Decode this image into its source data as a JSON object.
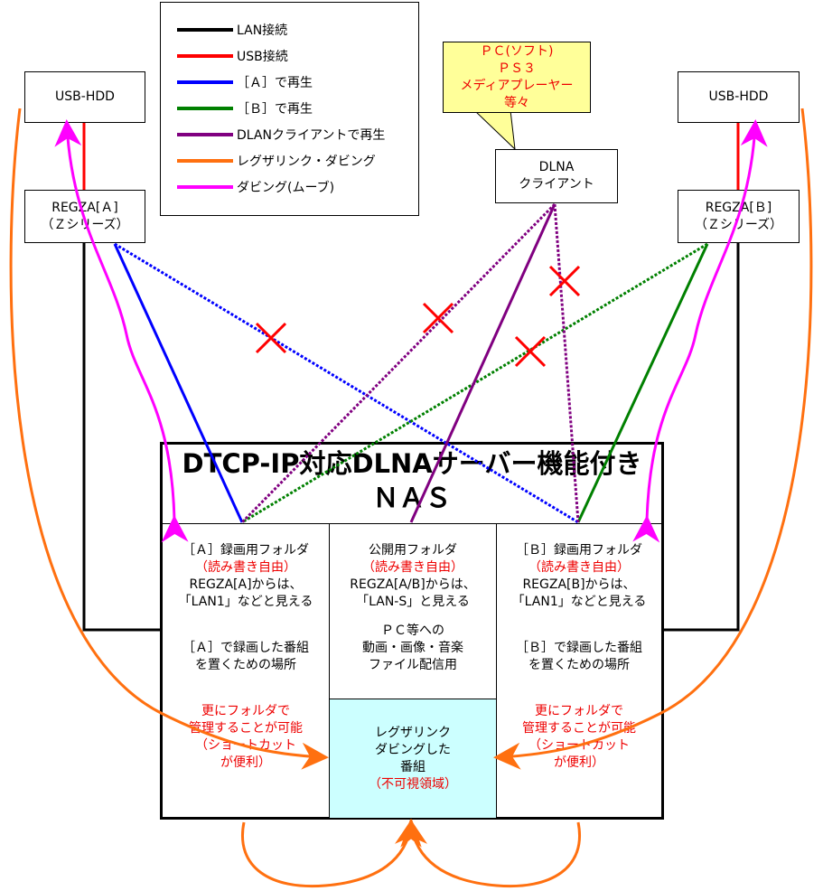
{
  "legend": [
    {
      "label": "LAN接続",
      "color": "#000000"
    },
    {
      "label": "USB接続",
      "color": "#ff0000"
    },
    {
      "label": "［Ａ］で再生",
      "color": "#0000ff"
    },
    {
      "label": "［Ｂ］で再生",
      "color": "#008000"
    },
    {
      "label": "DLANクライアントで再生",
      "color": "#800080"
    },
    {
      "label": "レグザリンク・ダビング",
      "color": "#ff7010"
    },
    {
      "label": "ダビング(ムーブ)",
      "color": "#ff00ff"
    }
  ],
  "left": {
    "hdd": "USB-HDD",
    "regza1": "REGZA[Ａ]",
    "regza2": "（Ｚシリーズ）"
  },
  "right": {
    "hdd": "USB-HDD",
    "regza1": "REGZA[Ｂ]",
    "regza2": "（Ｚシリーズ）"
  },
  "callout": [
    "ＰＣ(ソフト)",
    "ＰＳ３",
    "メディアプレーヤー",
    "等々"
  ],
  "client": [
    "DLNA",
    "クライアント"
  ],
  "nas": {
    "title1": "DTCP-IP対応DLNAサーバー機能付き",
    "title2": "ＮＡＳ",
    "colA": {
      "l1": "［Ａ］録画用フォルダ",
      "l2": "（読み書き自由）",
      "l3": "REGZA[A]からは、",
      "l4": "「LAN1」などと見える",
      "l5": "［Ａ］で録画した番組",
      "l6": "を置くための場所",
      "r1": "更にフォルダで",
      "r2": "管理することが可能",
      "r3": "（ショートカット",
      "r4": "が便利）"
    },
    "colM": {
      "l1": "公開用フォルダ",
      "l2": "（読み書き自由）",
      "l3": "REGZA[A/B]からは、",
      "l4": "「LAN-S」と見える",
      "l5": "ＰＣ等への",
      "l6": "動画・画像・音楽",
      "l7": "ファイル配信用"
    },
    "colB": {
      "l1": "［Ｂ］録画用フォルダ",
      "l2": "（読み書き自由）",
      "l3": "REGZA[B]からは、",
      "l4": "「LAN1」などと見える",
      "l5": "［Ｂ］で録画した番組",
      "l6": "を置くための場所",
      "r1": "更にフォルダで",
      "r2": "管理することが可能",
      "r3": "（ショートカット",
      "r4": "が便利）"
    },
    "hidden": {
      "l1": "レグザリンク",
      "l2": "ダビングした",
      "l3": "番組",
      "l4": "（不可視領域）"
    }
  }
}
